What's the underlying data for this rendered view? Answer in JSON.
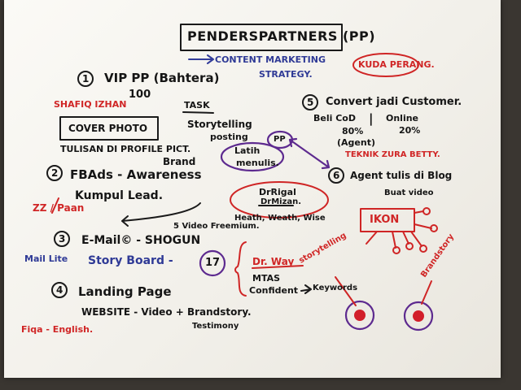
{
  "title": "PENDERSPARTNERS (PP)",
  "strategy": {
    "line1": "CONTENT MARKETING",
    "line2": "STRATEGY.",
    "kuda": "KUDA PERANG."
  },
  "s1": {
    "num": "1",
    "heading": "VIP PP (Bahtera)",
    "count": "100",
    "shafiq": "SHAFIQ IZHAN",
    "task": "TASK",
    "cover": "COVER PHOTO",
    "story": "Storytelling",
    "posting": "posting",
    "pp": "PP",
    "latih1": "Latih",
    "latih2": "menulis.",
    "tulisan": "TULISAN DI PROFILE PICT."
  },
  "s2": {
    "num": "2",
    "brand": "Brand",
    "heading": "FBAds - Awareness",
    "lead": "Kumpul Lead.",
    "zz": "ZZ / Paan",
    "drrigal": "DrRigal",
    "drmizan": "DrMizan.",
    "health": "Heath, Weath, Wise"
  },
  "s3": {
    "num": "3",
    "video": "5 Video Freemium.",
    "email": "E-Mail© - SHOGUN",
    "mail": "Mail Lite",
    "storyboard": "Story Board -",
    "seventeen": "17",
    "drway": "Dr. Way",
    "mtas": "MTAS",
    "confident": "Confident",
    "keywords": "Keywords",
    "storytelling": "storytelling",
    "brandstory": "Brandstory"
  },
  "s4": {
    "num": "4",
    "heading": "Landing Page",
    "website": "WEBSITE - Video + Brandstory.",
    "testimony": "Testimony",
    "fiqa": "Fiqa - English."
  },
  "s5": {
    "num": "5",
    "heading": "Convert jadi Customer.",
    "beli": "Beli CoD",
    "online": "Online",
    "p80": "80%",
    "p20": "20%",
    "agent": "(Agent)",
    "teknik": "TEKNIK ZURA BETTY."
  },
  "s6": {
    "num": "6",
    "heading": "Agent tulis di Blog",
    "buat": "Buat video",
    "ikon": "IKON"
  },
  "colors": {
    "black_ink": "#151515",
    "red_ink": "#d02626",
    "blue_ink": "#2f3a96",
    "purple_ink": "#5d2a8f",
    "paper": "#f4f2ec"
  }
}
